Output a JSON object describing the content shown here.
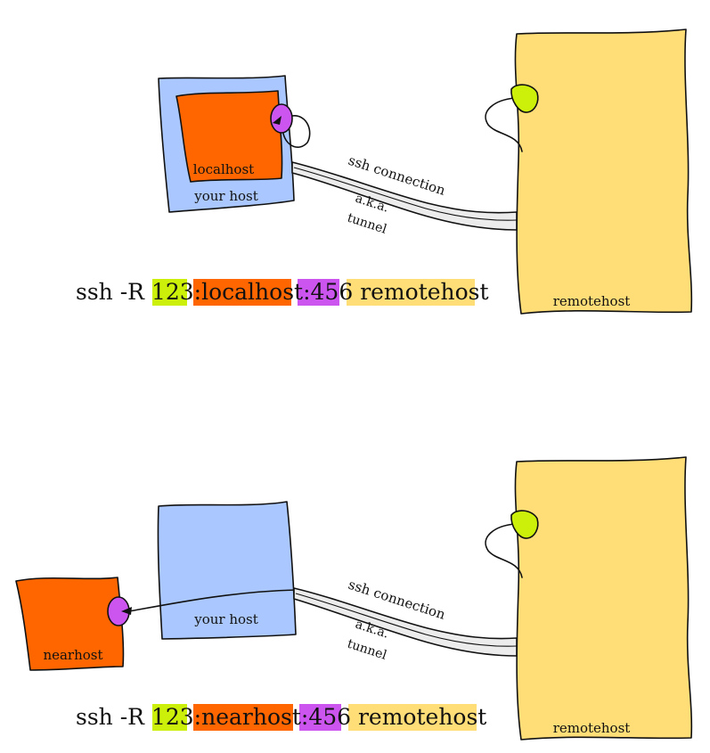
{
  "colors": {
    "your_host": "#aac8ff",
    "local": "#ff6600",
    "remote": "#ffdd77",
    "port_remote": "#ccf00a",
    "port_local": "#cc55f0",
    "tunnel_fill": "#ececec"
  },
  "top": {
    "remote_label": "remotehost",
    "localhost_label": "localhost",
    "your_host_label": "your host",
    "ssh_connection_label": "ssh connection",
    "aka_label": "a.k.a.",
    "tunnel_label": "tunnel",
    "command": {
      "prefix": "ssh -R ",
      "remote_port": "123",
      "sep1": ":",
      "target_host": "localhost",
      "sep2": ":",
      "local_port": "456",
      "space": " ",
      "remote_host": "remotehost"
    }
  },
  "bottom": {
    "remote_label": "remotehost",
    "near_label": "nearhost",
    "your_host_label": "your host",
    "ssh_connection_label": "ssh connection",
    "aka_label": "a.k.a.",
    "tunnel_label": "tunnel",
    "command": {
      "prefix": "ssh -R ",
      "remote_port": "123",
      "sep1": ":",
      "target_host": "nearhost",
      "sep2": ":",
      "local_port": "456",
      "space": " ",
      "remote_host": "remotehost"
    }
  }
}
